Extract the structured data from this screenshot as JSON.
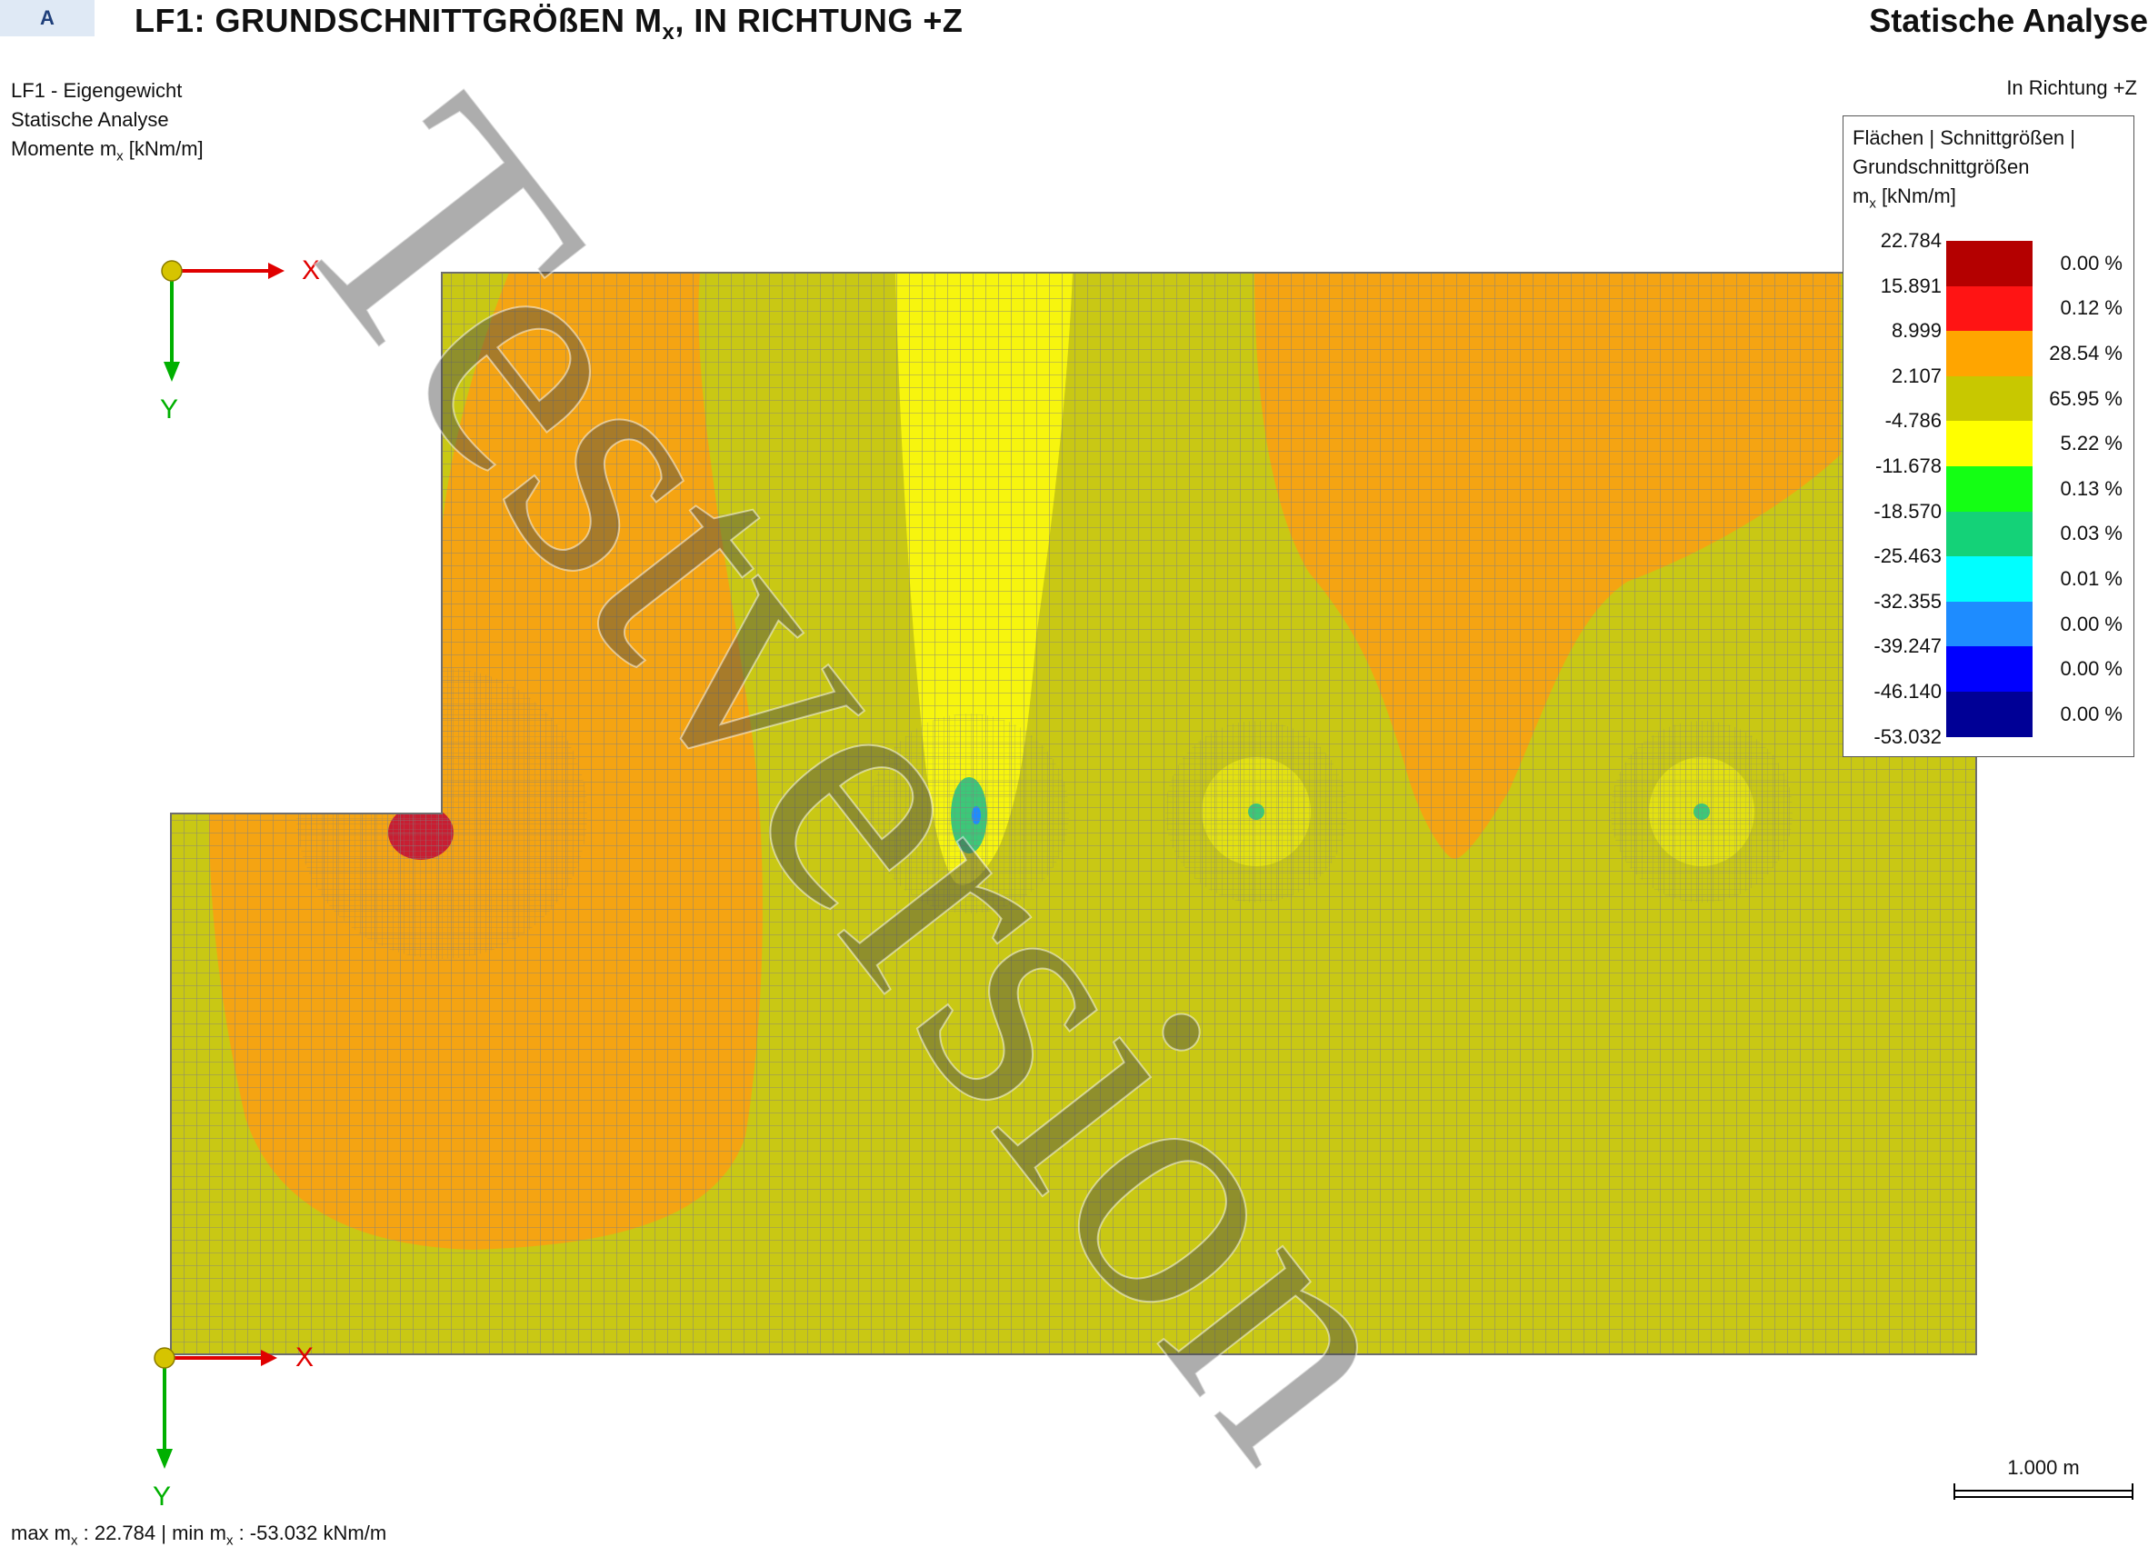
{
  "header": {
    "tab_label": "A",
    "title_pre": "LF1: GRUNDSCHNITTGRÖßEN M",
    "title_sub": "x",
    "title_post": ", IN RICHTUNG +Z",
    "right_label": "Statische Analyse"
  },
  "info": {
    "load_case": "LF1 - Eigengewicht",
    "analysis": "Statische Analyse",
    "quantity_pre": "Momente m",
    "quantity_sub": "x",
    "quantity_post": " [kNm/m]"
  },
  "direction_label": "In Richtung +Z",
  "axes": {
    "x_label": "X",
    "y_label": "Y"
  },
  "legend": {
    "title_line1": "Flächen | Schnittgrößen |",
    "title_line2": "Grundschnittgrößen",
    "unit_pre": "m",
    "unit_sub": "x",
    "unit_post": " [kNm/m]",
    "ticks": [
      "22.784",
      "15.891",
      "8.999",
      "2.107",
      "-4.786",
      "-11.678",
      "-18.570",
      "-25.463",
      "-32.355",
      "-39.247",
      "-46.140",
      "-53.032"
    ],
    "bands": [
      {
        "color": "#b40000",
        "percent": "0.00 %"
      },
      {
        "color": "#ff1414",
        "percent": "0.12 %"
      },
      {
        "color": "#ffa500",
        "percent": "28.54 %"
      },
      {
        "color": "#c8c800",
        "percent": "65.95 %"
      },
      {
        "color": "#ffff00",
        "percent": "5.22 %"
      },
      {
        "color": "#14ff14",
        "percent": "0.13 %"
      },
      {
        "color": "#14d278",
        "percent": "0.03 %"
      },
      {
        "color": "#00ffff",
        "percent": "0.01 %"
      },
      {
        "color": "#1e8cff",
        "percent": "0.00 %"
      },
      {
        "color": "#0000ff",
        "percent": "0.00 %"
      },
      {
        "color": "#000096",
        "percent": "0.00 %"
      }
    ]
  },
  "scale_bar": {
    "label": "1.000 m"
  },
  "footer": {
    "max_pre": "max m",
    "max_sub": "x",
    "max_post": " : 22.784 | min m",
    "min_sub": "x",
    "min_post": " : -53.032 kNm/m"
  },
  "watermark": {
    "text": "Testversion"
  },
  "colors": {
    "plate_base": "#c9c814",
    "positive_zone": "#f5a412",
    "max_zone": "#c81e32",
    "low_zone": "#f7f50e",
    "support_zone": "#3cc878",
    "mesh": "#7f7f7f",
    "axis_x": "#e00000",
    "axis_y": "#00b000"
  }
}
